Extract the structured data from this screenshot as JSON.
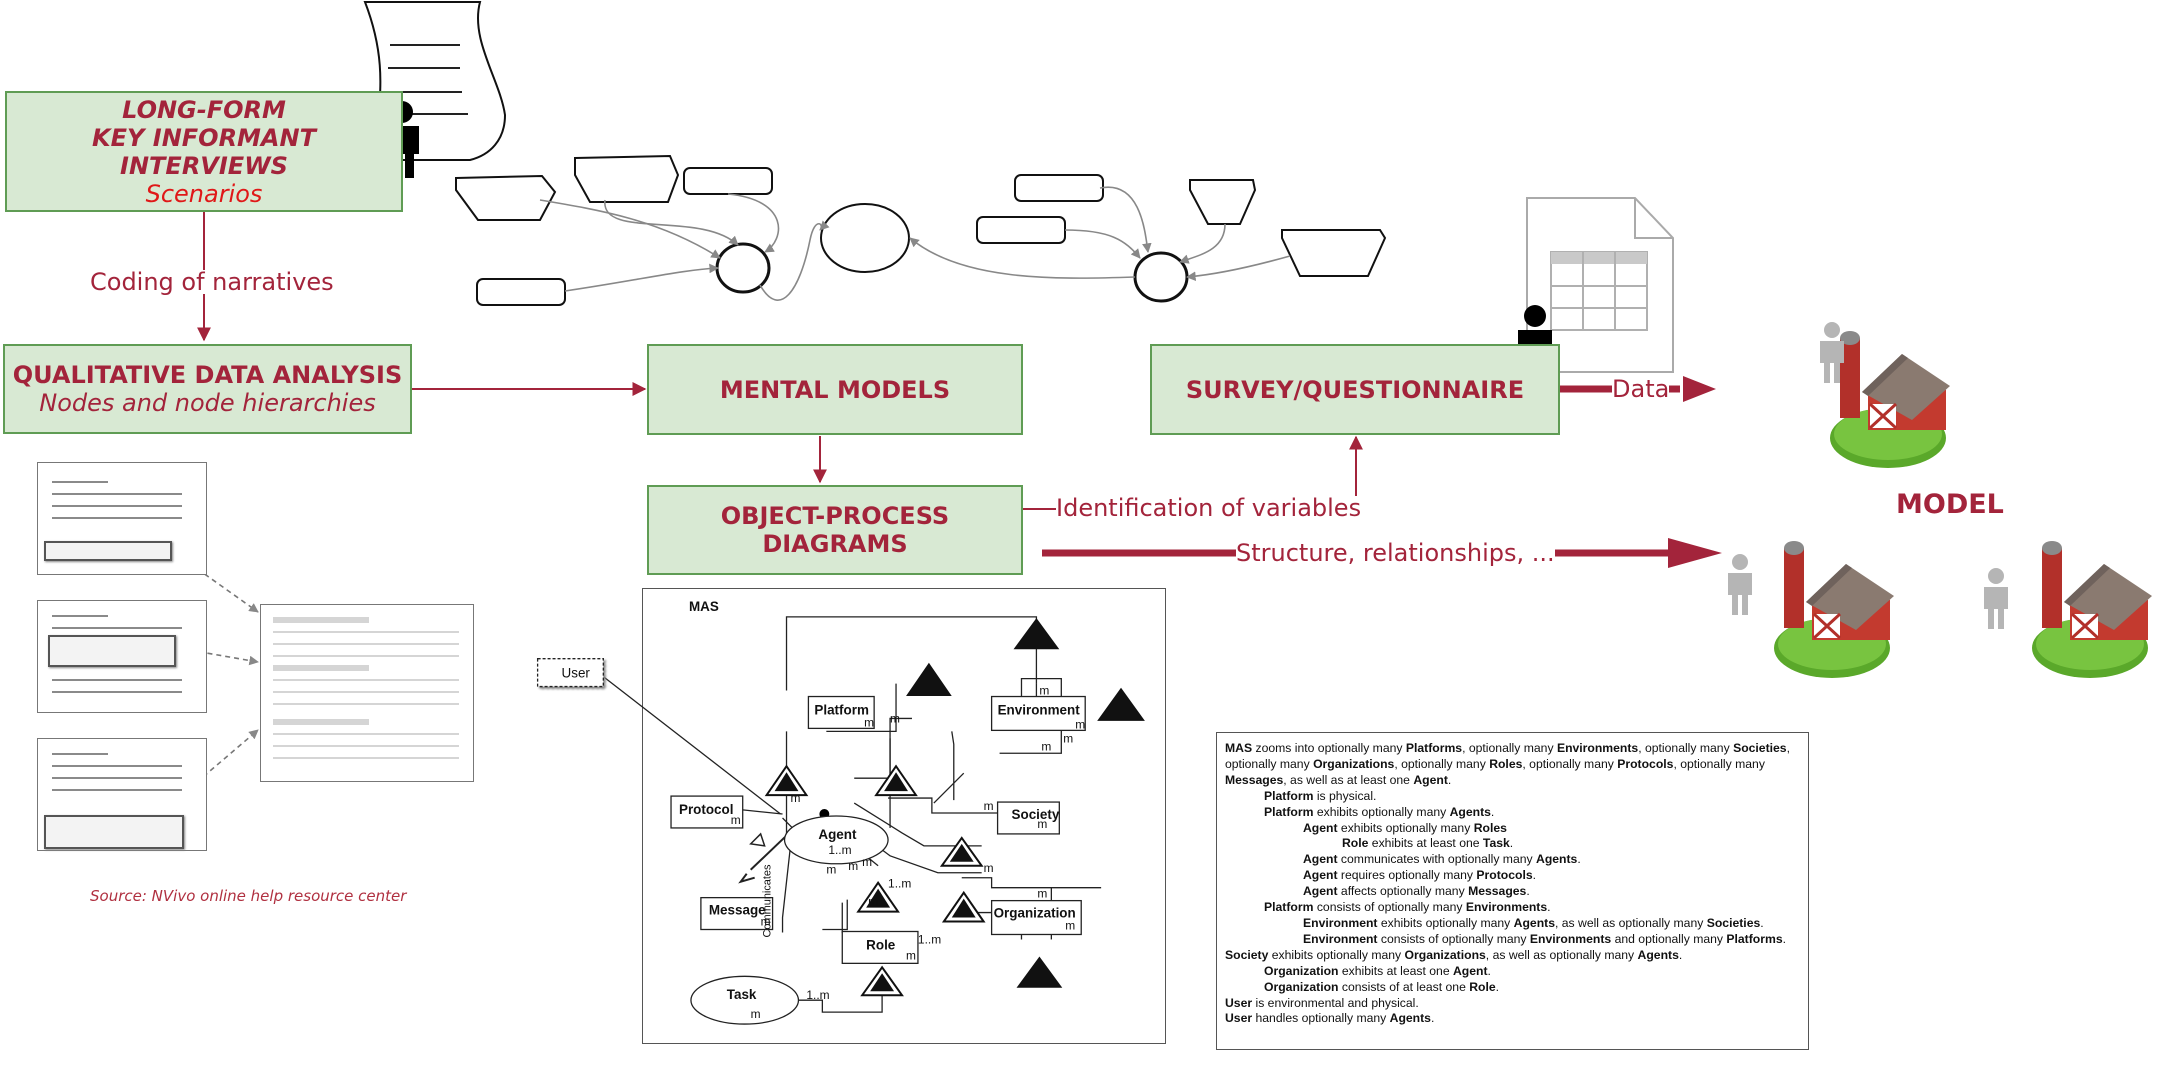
{
  "boxes": {
    "interviews": {
      "line1": "LONG-FORM",
      "line2": "KEY INFORMANT INTERVIEWS",
      "line3": "Scenarios"
    },
    "qda": {
      "line1": "QUALITATIVE DATA ANALYSIS",
      "line2": "Nodes and node hierarchies"
    },
    "mental_models": {
      "label": "MENTAL MODELS"
    },
    "opd": {
      "label": "OBJECT-PROCESS DIAGRAMS"
    },
    "survey": {
      "label": "SURVEY/QUESTIONNAIRE"
    }
  },
  "labels": {
    "coding": "Coding of narratives",
    "identification": "Identification of variables",
    "structure": "Structure, relationships, ...",
    "data": "Data",
    "model": "MODEL",
    "source": "Source: NVivo online help resource center"
  },
  "opd_diagram": {
    "title": "MAS",
    "user": "User",
    "platform": "Platform",
    "environment": "Environment",
    "protocol": "Protocol",
    "agent": "Agent",
    "society": "Society",
    "message": "Message",
    "communicates": "Communicates",
    "organization": "Organization",
    "role": "Role",
    "task": "Task",
    "m": "m",
    "one_m": "1..m"
  },
  "opl_text": [
    {
      "indent": 0,
      "html": "<b>MAS</b> zooms into optionally many <b>Platforms</b>, optionally many <b>Environments</b>, optionally many <b>Societies</b>,"
    },
    {
      "indent": 0,
      "html": "optionally many <b>Organizations</b>, optionally many <b>Roles</b>, optionally many <b>Protocols</b>, optionally many"
    },
    {
      "indent": 0,
      "html": "<b>Messages</b>, as well as at least one <b>Agent</b>."
    },
    {
      "indent": 1,
      "html": "<b>Platform</b> is physical."
    },
    {
      "indent": 1,
      "html": "<b>Platform</b> exhibits optionally many <b>Agents</b>."
    },
    {
      "indent": 2,
      "html": "<b>Agent</b> exhibits optionally many <b>Roles</b>"
    },
    {
      "indent": 3,
      "html": "<b>Role</b> exhibits at least one <b>Task</b>."
    },
    {
      "indent": 2,
      "html": "<b>Agent</b> communicates with optionally many <b>Agents</b>."
    },
    {
      "indent": 2,
      "html": "<b>Agent</b> requires optionally many <b>Protocols</b>."
    },
    {
      "indent": 2,
      "html": "<b>Agent</b> affects optionally many <b>Messages</b>."
    },
    {
      "indent": 1,
      "html": "<b>Platform</b> consists of optionally many <b>Environments</b>."
    },
    {
      "indent": 2,
      "html": "<b>Environment</b> exhibits optionally many <b>Agents</b>, as well as optionally many <b>Societies</b>."
    },
    {
      "indent": 2,
      "html": "<b>Environment</b> consists of optionally many <b>Environments</b> and optionally many <b>Platforms</b>."
    },
    {
      "indent": 0,
      "html": "<b>Society</b> exhibits optionally many <b>Organizations</b>, as well as optionally many <b>Agents</b>."
    },
    {
      "indent": 1,
      "html": "<b>Organization</b> exhibits at least one <b>Agent</b>."
    },
    {
      "indent": 1,
      "html": "<b>Organization</b> consists of at least one <b>Role</b>."
    },
    {
      "indent": 0,
      "html": "<b>User</b> is environmental and physical."
    },
    {
      "indent": 0,
      "html": "<b>User</b> handles optionally many <b>Agents</b>."
    }
  ],
  "colors": {
    "accent": "#a3243b",
    "box_fill": "#d8e9d3",
    "box_border": "#5f9c54",
    "scenario_red": "#e01818"
  }
}
